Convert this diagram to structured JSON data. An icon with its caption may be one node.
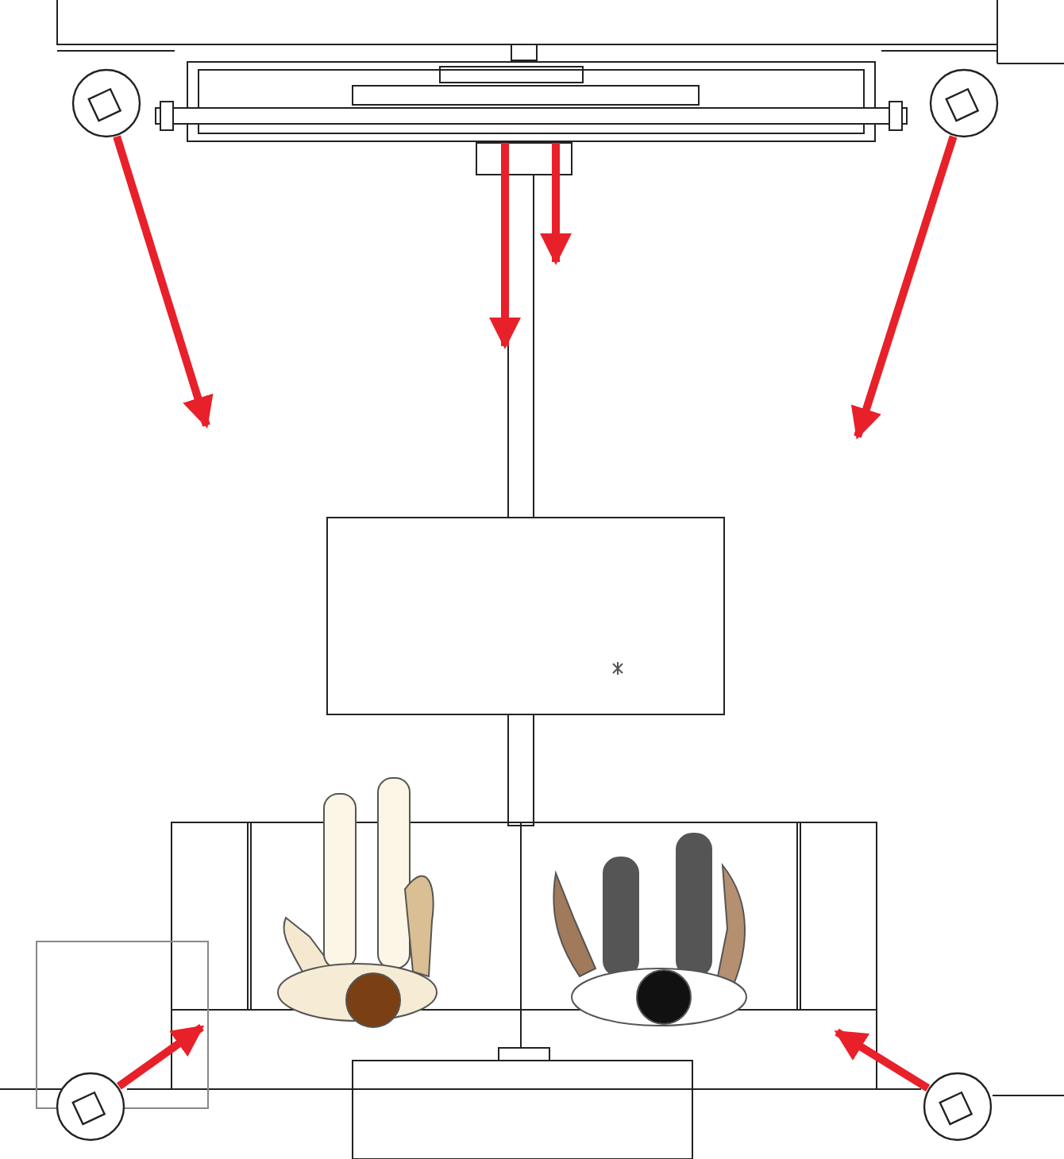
{
  "diagram": {
    "nodes": [
      {
        "text": [],
        "shape": "circle"
      },
      {
        "text": [],
        "shape": "box"
      },
      {
        "text": [],
        "shape": "circle"
      },
      {
        "text": [],
        "shape": "circle"
      },
      {
        "text": [],
        "shape": "circle"
      }
    ],
    "edges": [
      {
        "from": 0,
        "to": null,
        "arrow": "to"
      },
      {
        "from": 1,
        "to": null,
        "arrow": "to"
      },
      {
        "from": 1,
        "to": null,
        "arrow": "to"
      },
      {
        "from": 2,
        "to": null,
        "arrow": "to"
      },
      {
        "from": 3,
        "to": null,
        "arrow": "to"
      },
      {
        "from": 4,
        "to": null,
        "arrow": "to"
      }
    ]
  }
}
